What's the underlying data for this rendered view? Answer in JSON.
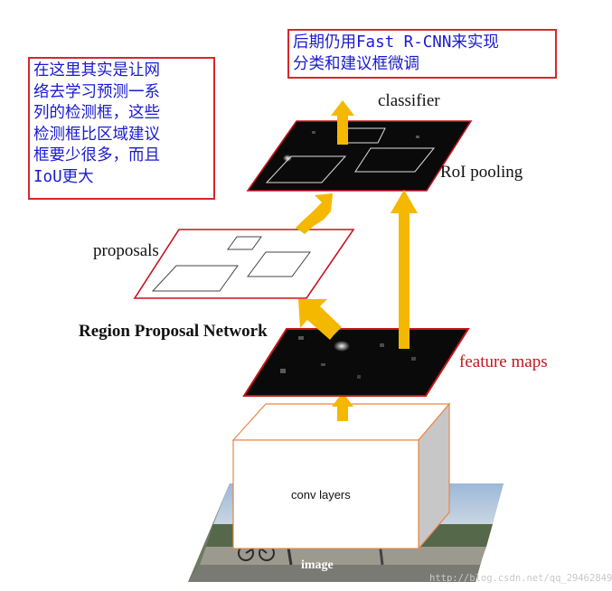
{
  "annotations": {
    "left_note": "在这里其实是让网\n络去学习预测一系\n列的检测框，这些\n检测框比区域建议\n框要少很多，而且\nIoU更大",
    "top_note": "后期仍用Fast R-CNN来实现\n分类和建议框微调"
  },
  "labels": {
    "classifier": "classifier",
    "roi_pooling": "RoI pooling",
    "proposals": "proposals",
    "rpn": "Region Proposal Network",
    "feature_maps": "feature maps",
    "conv_layers": "conv layers",
    "image": "image"
  },
  "watermark": "http://blog.csdn.net/qq_29462849",
  "colors": {
    "annotation_border": "#d9262c",
    "annotation_text": "#1a1ad0",
    "arrow": "#f5b800",
    "feature_map_fill": "#0a0a0a",
    "feature_map_border": "#c4151c",
    "conv_box_border": "#e8874a",
    "feature_label": "#c4151c"
  }
}
